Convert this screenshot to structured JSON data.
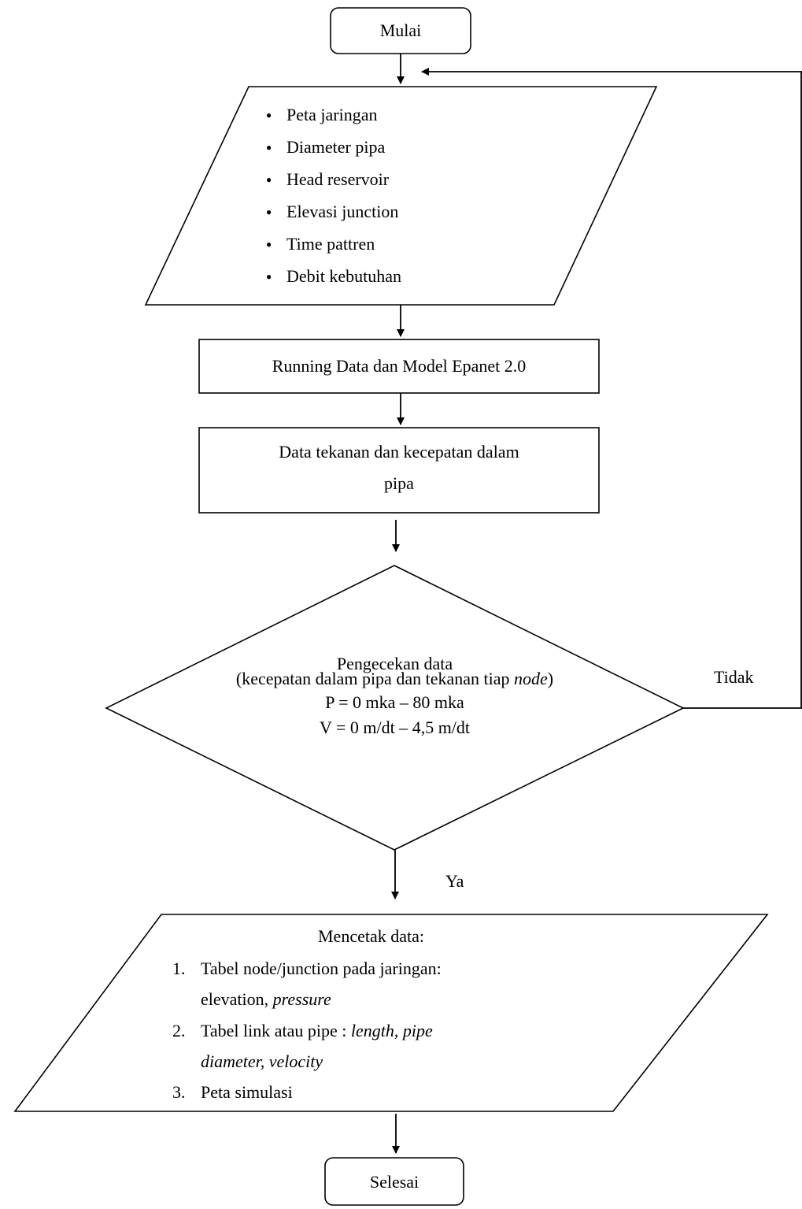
{
  "start": "Mulai",
  "inputs": [
    "Peta jaringan",
    "Diameter pipa",
    "Head reservoir",
    "Elevasi junction",
    "Time pattren",
    "Debit kebutuhan"
  ],
  "process1": "Running Data dan Model Epanet 2.0",
  "process2_line1": "Data  tekanan dan kecepatan dalam",
  "process2_line2": "pipa",
  "decision": {
    "line1": "Pengecekan data",
    "line2_prefix": "(kecepatan dalam pipa dan tekanan tiap ",
    "line2_italic": "node",
    "line2_suffix": ")",
    "line3": "P = 0 mka – 80 mka",
    "line4": "V = 0 m/dt – 4,5 m/dt",
    "no_label": "Tidak",
    "yes_label": "Ya"
  },
  "output": {
    "title": "Mencetak data:",
    "item1_num": "1.",
    "item1_line1": "Tabel node/junction pada jaringan:",
    "item1_line2_plain": "elevation, ",
    "item1_line2_italic": "pressure",
    "item2_num": "2.",
    "item2_line1_plain": "Tabel link atau pipe : ",
    "item2_line1_italic": "length, pipe",
    "item2_line2_italic": "diameter, velocity",
    "item3_num": "3.",
    "item3_text": "Peta simulasi"
  },
  "end": "Selesai"
}
